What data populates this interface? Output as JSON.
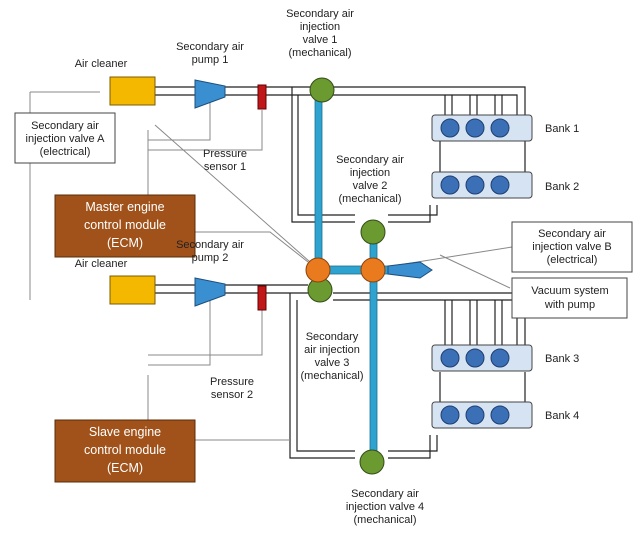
{
  "labels": {
    "air_cleaner_1": "Air cleaner",
    "pump1": [
      "Secondary air",
      "pump 1"
    ],
    "valve1": [
      "Secondary air",
      "injection",
      "valve 1",
      "(mechanical)"
    ],
    "valve_a": [
      "Secondary air",
      "injection valve A",
      "(electrical)"
    ],
    "pressure_sensor_1": [
      "Pressure",
      "sensor 1"
    ],
    "bank1": "Bank 1",
    "valve2": [
      "Secondary air",
      "injection",
      "valve 2",
      "(mechanical)"
    ],
    "bank2": "Bank 2",
    "master_ecm": [
      "Master engine",
      "control module",
      "(ECM)"
    ],
    "valve_b": [
      "Secondary air",
      "injection valve B",
      "(electrical)"
    ],
    "air_cleaner_2": "Air cleaner",
    "pump2": [
      "Secondary air",
      "pump 2"
    ],
    "vacuum": [
      "Vacuum system",
      "with pump"
    ],
    "valve3": [
      "Secondary",
      "air injection",
      "valve 3",
      "(mechanical)"
    ],
    "bank3": "Bank 3",
    "pressure_sensor_2": [
      "Pressure",
      "sensor 2"
    ],
    "bank4": "Bank 4",
    "slave_ecm": [
      "Slave engine",
      "control module",
      "(ECM)"
    ],
    "valve4": [
      "Secondary air",
      "injection valve 4",
      "(mechanical)"
    ]
  },
  "colors": {
    "air_cleaner": "#f5b800",
    "pump": "#3a8fd0",
    "ecm": "#a0521a",
    "mech_valve": "#6a9a30",
    "elec_valve": "#ea7a1e",
    "pipe_blue": "#2fa3cf",
    "sensor": "#c01818",
    "bank_fill": "#d6e3f3",
    "cylinder": "#3b6fb6"
  }
}
